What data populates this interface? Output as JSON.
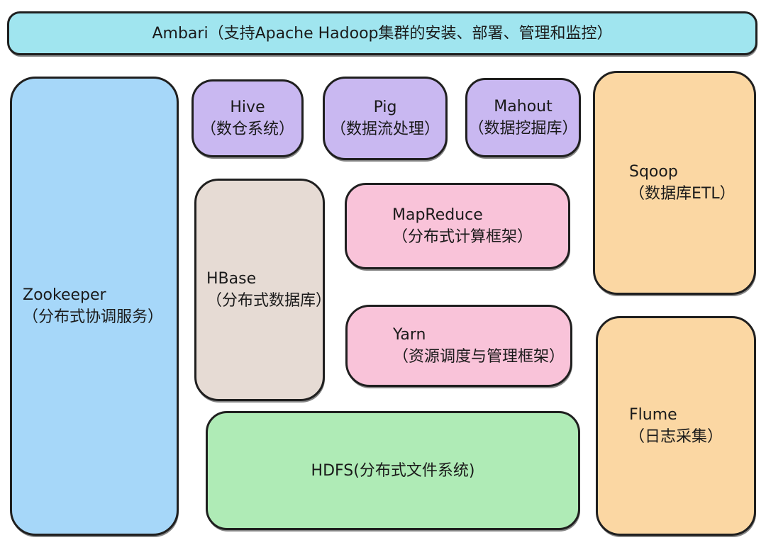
{
  "diagram": {
    "ambari": {
      "label": "Ambari（支持Apache Hadoop集群的安装、部署、管理和监控）",
      "color": "#a0e5ef"
    },
    "blocks": [
      {
        "id": "zookeeper",
        "title": "Zookeeper",
        "subtitle": "（分布式协调服务）",
        "color": "#a6d7f9"
      },
      {
        "id": "hive",
        "title": "Hive",
        "subtitle": "（数仓系统）",
        "color": "#c9b8f1"
      },
      {
        "id": "pig",
        "title": "Pig",
        "subtitle": "（数据流处理）",
        "color": "#c9b8f1"
      },
      {
        "id": "mahout",
        "title": "Mahout",
        "subtitle": "（数据挖掘库）",
        "color": "#c9b8f1"
      },
      {
        "id": "sqoop",
        "title": "Sqoop",
        "subtitle": "（数据库ETL）",
        "color": "#fbd7a3"
      },
      {
        "id": "hbase",
        "title": "HBase",
        "subtitle": "（分布式数据库）",
        "color": "#e6dbd4"
      },
      {
        "id": "mapreduce",
        "title": "MapReduce",
        "subtitle": "（分布式计算框架）",
        "color": "#f9c3d9"
      },
      {
        "id": "yarn",
        "title": "Yarn",
        "subtitle": "（资源调度与管理框架）",
        "color": "#f9c3d9"
      },
      {
        "id": "hdfs",
        "title": "HDFS(分布式文件系统)",
        "subtitle": "",
        "color": "#afebb6"
      },
      {
        "id": "flume",
        "title": "Flume",
        "subtitle": "（日志采集）",
        "color": "#fbd7a3"
      }
    ],
    "border_color": "#1f1f1f",
    "text_color": "#1a1a1a"
  }
}
